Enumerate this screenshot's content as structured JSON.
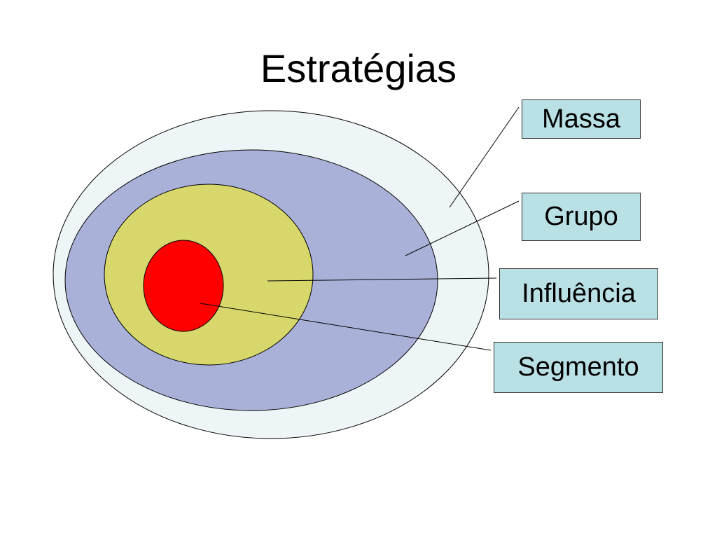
{
  "slide": {
    "title": "Estratégias"
  },
  "diagram": {
    "levels": [
      {
        "label": "Massa",
        "color": "#eef5f6"
      },
      {
        "label": "Grupo",
        "color": "#aab1d8"
      },
      {
        "label": "Influência",
        "color": "#d7d76b"
      },
      {
        "label": "Segmento",
        "color": "#ff0000"
      }
    ],
    "label_box_color": "#b9e0e4",
    "outline_color": "#000000"
  }
}
